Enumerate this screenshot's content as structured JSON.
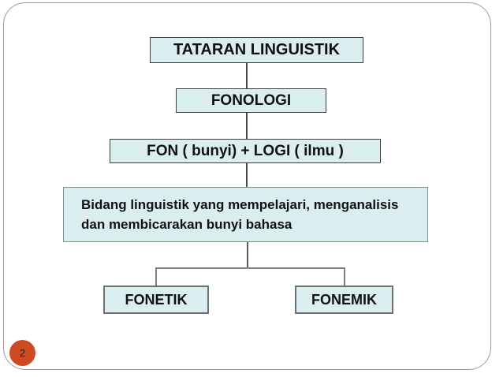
{
  "slide": {
    "page_number": "2",
    "colors": {
      "box_fill": "#daedef",
      "page_badge_fill": "#ce4a21",
      "frame_border": "#9e9e9e",
      "text": "#111111"
    }
  },
  "diagram": {
    "nodes": [
      {
        "id": "tataran-linguistik",
        "label": "TATARAN LINGUISTIK"
      },
      {
        "id": "fonologi",
        "label": "FONOLOGI"
      },
      {
        "id": "fon-logi",
        "label": "FON ( bunyi) + LOGI ( ilmu )"
      },
      {
        "id": "definition",
        "label": "Bidang linguistik yang mempelajari, menganalisis dan membicarakan bunyi bahasa"
      },
      {
        "id": "fonetik",
        "label": "FONETIK"
      },
      {
        "id": "fonemik",
        "label": "FONEMIK"
      }
    ]
  }
}
